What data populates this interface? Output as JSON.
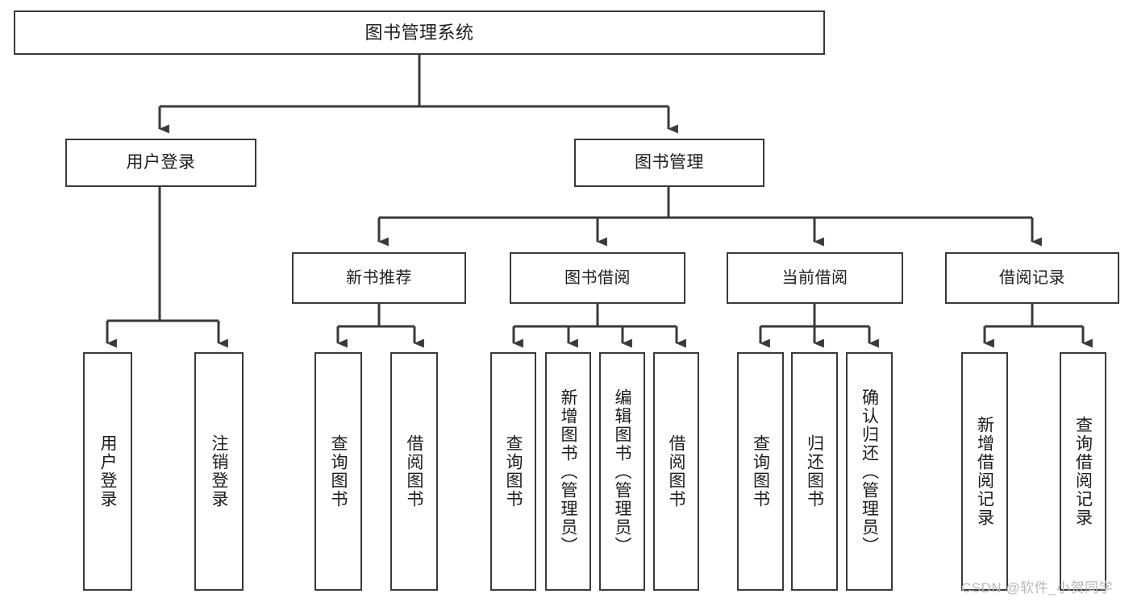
{
  "diagram": {
    "type": "tree",
    "title": "图书管理系统",
    "orientation": "top-down",
    "edge_color": "#3a3a3a",
    "box_border_color": "#3a3a3a",
    "box_fill_color": "#ffffff",
    "text_color": "#1d1d1d"
  },
  "root": {
    "label": "图书管理系统"
  },
  "level1": [
    {
      "label": "用户登录"
    },
    {
      "label": "图书管理"
    }
  ],
  "level2": [
    {
      "label": "新书推荐"
    },
    {
      "label": "图书借阅"
    },
    {
      "label": "当前借阅"
    },
    {
      "label": "借阅记录"
    }
  ],
  "leaves": {
    "user_login": [
      {
        "label": "用户登录"
      },
      {
        "label": "注销登录"
      }
    ],
    "new_book_recommend": [
      {
        "label": "查询图书"
      },
      {
        "label": "借阅图书"
      }
    ],
    "book_borrow": [
      {
        "label": "查询图书"
      },
      {
        "label": "新增图书（管理员）"
      },
      {
        "label": "编辑图书（管理员）"
      },
      {
        "label": "借阅图书"
      }
    ],
    "current_borrow": [
      {
        "label": "查询图书"
      },
      {
        "label": "归还图书"
      },
      {
        "label": "确认归还（管理员）"
      }
    ],
    "borrow_record": [
      {
        "label": "新增借阅记录"
      },
      {
        "label": "查询借阅记录"
      }
    ]
  },
  "watermark": {
    "text": "CSDN @软件_小贺同学",
    "color": "#b9b9b9"
  }
}
